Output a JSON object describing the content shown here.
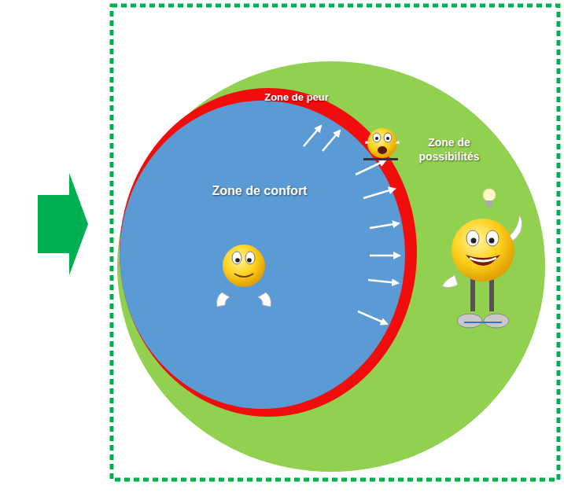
{
  "diagram": {
    "nodes": [
      {
        "text": [
          "Zone de possibilités"
        ]
      },
      {
        "text": [
          "Zone de peur"
        ],
        "in": 0
      },
      {
        "text": [
          "Zone de confort"
        ],
        "in": 1
      }
    ]
  }
}
